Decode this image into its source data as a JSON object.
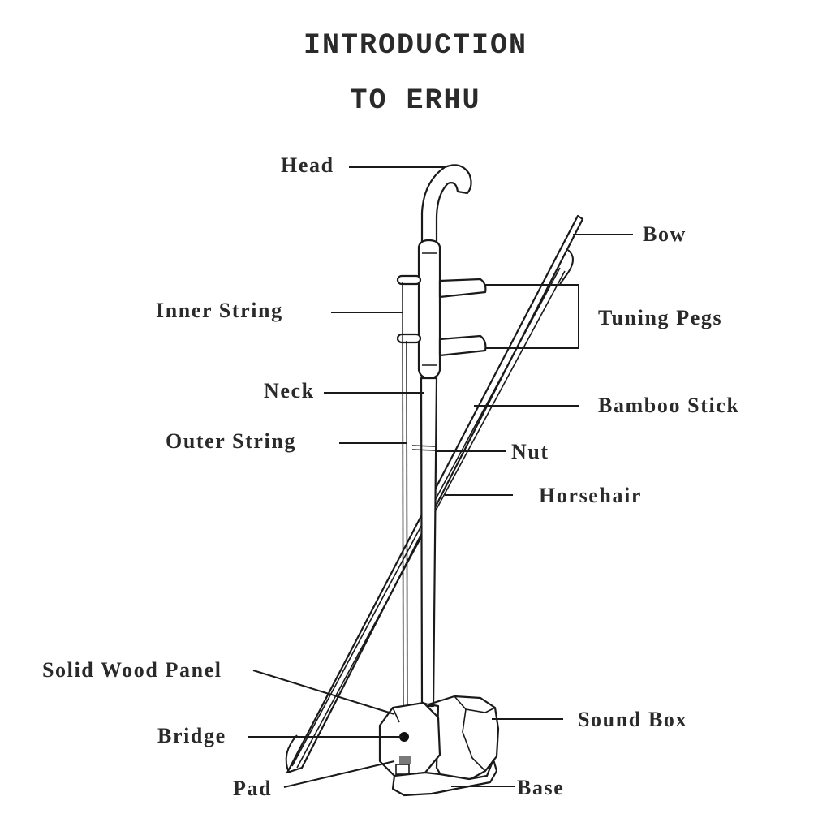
{
  "title": {
    "line1": "INTRODUCTION",
    "line2": "TO ERHU"
  },
  "labels": {
    "head": "Head",
    "bow": "Bow",
    "inner_string": "Inner String",
    "tuning_pegs": "Tuning Pegs",
    "neck": "Neck",
    "bamboo_stick": "Bamboo Stick",
    "outer_string": "Outer String",
    "nut": "Nut",
    "horsehair": "Horsehair",
    "solid_wood_panel": "Solid Wood Panel",
    "sound_box": "Sound Box",
    "bridge": "Bridge",
    "pad": "Pad",
    "base": "Base"
  }
}
